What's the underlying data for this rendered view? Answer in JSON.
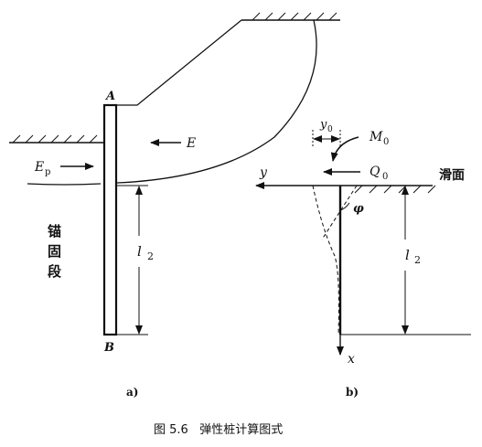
{
  "figure_a": {
    "point_top": "A",
    "point_bottom": "B",
    "force_right": "E",
    "force_left_main": "E",
    "force_left_sub": "p",
    "length_main": "l",
    "length_sub": "2",
    "anchor_chars": [
      "锚",
      "固",
      "段"
    ],
    "sublabel": "a)"
  },
  "figure_b": {
    "y0_main": "y",
    "y0_sub": "0",
    "moment_main": "M",
    "moment_sub": "0",
    "shear_main": "Q",
    "shear_sub": "0",
    "axis_y": "y",
    "axis_x": "x",
    "angle": "φ",
    "slide_surface": "滑面",
    "length_main": "l",
    "length_sub": "2",
    "sublabel": "b)"
  },
  "caption": "图 5.6   弹性桩计算图式"
}
